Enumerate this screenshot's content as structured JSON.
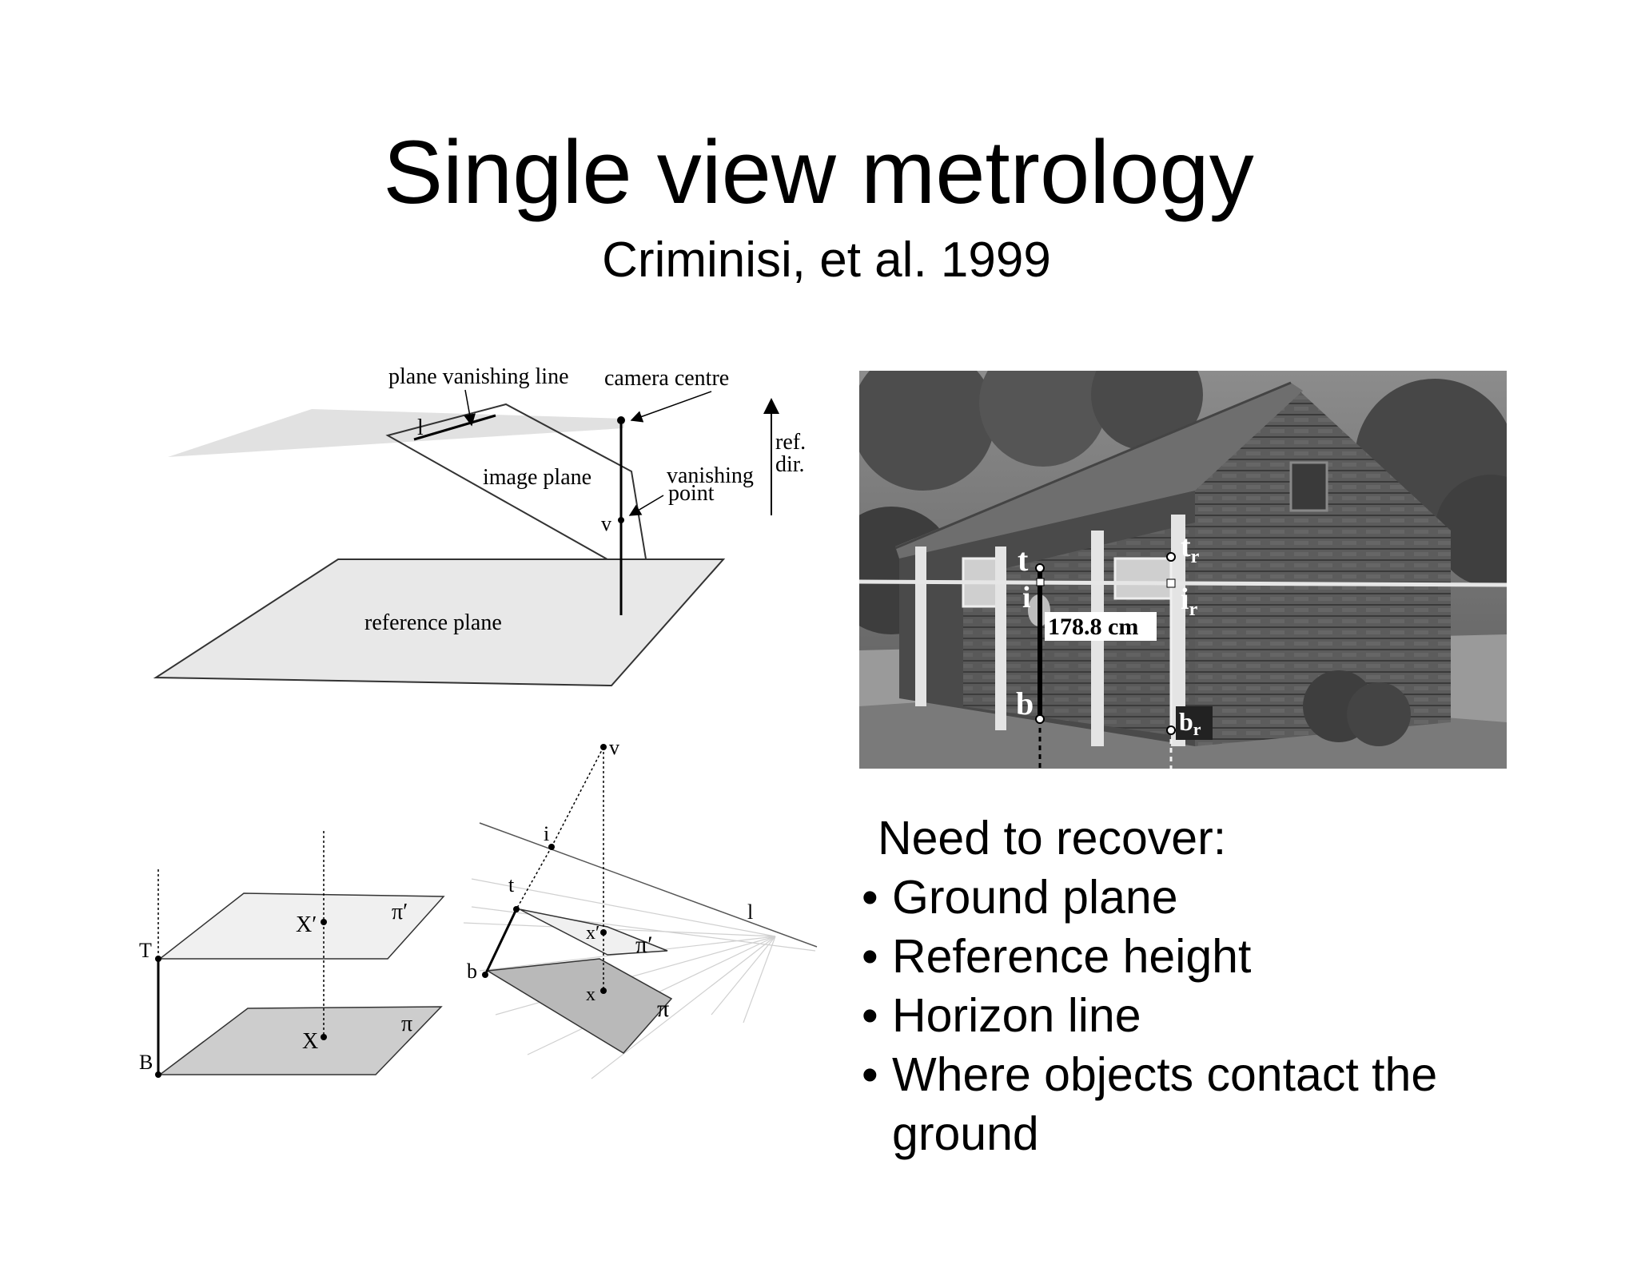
{
  "slide": {
    "title": "Single view metrology",
    "subtitle": "Criminisi, et al. 1999"
  },
  "diagram_top": {
    "labels": {
      "plane_vanishing_line": "plane vanishing line",
      "camera_centre": "camera centre",
      "line_l": "l",
      "image_plane": "image plane",
      "vanishing": "vanishing",
      "point": "point",
      "v": "v",
      "ref": "ref.",
      "dir": "dir.",
      "reference_plane": "reference plane"
    }
  },
  "diagram_bottom_left": {
    "labels": {
      "T": "T",
      "B": "B",
      "X_prime": "X′",
      "X": "X",
      "pi_prime": "π′",
      "pi": "π"
    }
  },
  "diagram_bottom_right": {
    "labels": {
      "v": "v",
      "i": "i",
      "t": "t",
      "l": "l",
      "x_prime": "x′",
      "pi_prime": "π′",
      "b": "b",
      "x": "x",
      "pi": "π"
    }
  },
  "photo": {
    "labels": {
      "t": "t",
      "i": "i",
      "b": "b",
      "t_r": "t",
      "t_r_sub": "r",
      "i_r": "i",
      "i_r_sub": "r",
      "b_r": "b",
      "b_r_sub": "r",
      "measurement": "178.8 cm"
    }
  },
  "bullets": {
    "heading": "Need to recover:",
    "items": [
      "Ground plane",
      "Reference height",
      "Horizon line",
      "Where objects contact the ground"
    ]
  }
}
